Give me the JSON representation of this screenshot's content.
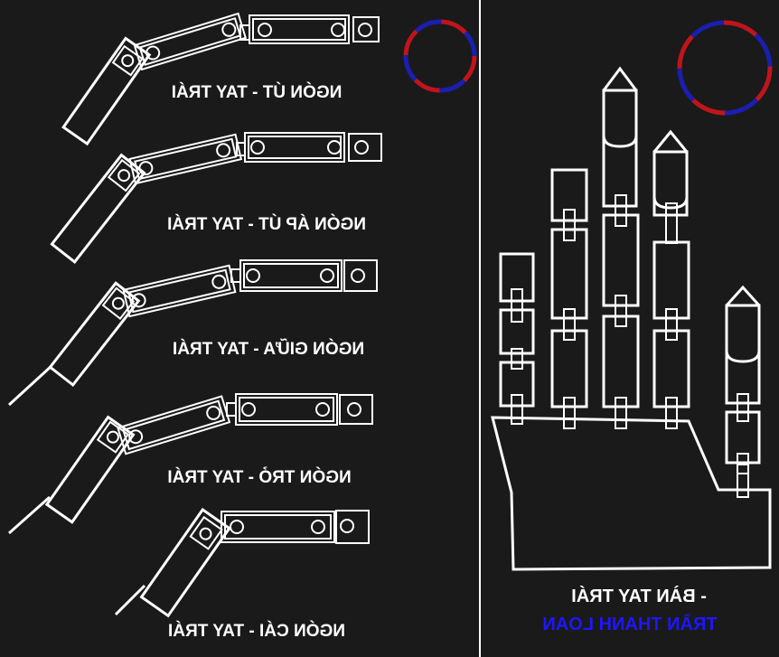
{
  "left_panel": {
    "fingers": [
      {
        "label": "NGÓN ÚT - TAY TRÁI"
      },
      {
        "label": "NGÓN ÁP ÚT - TAY TRÁI"
      },
      {
        "label": "NGÓN GIỮA - TAY TRÁI"
      },
      {
        "label": "NGÓN TRỎ - TAY TRÁI"
      },
      {
        "label": "NGÓN CÁI - TAY TRÁI"
      }
    ],
    "indicator": {
      "colors": [
        "#c0141c",
        "#1a1fb0"
      ]
    }
  },
  "right_panel": {
    "title_line1": "- BÀN TAY TRÁI",
    "title_line2": "TRẦN THANH LOAN",
    "title_line2_color": "#1e16ff",
    "indicator": {
      "colors": [
        "#c0141c",
        "#1a1fb0"
      ]
    }
  },
  "colors": {
    "background": "#1a1a1a",
    "stroke": "#ffffff",
    "divider": "#ffffff"
  }
}
